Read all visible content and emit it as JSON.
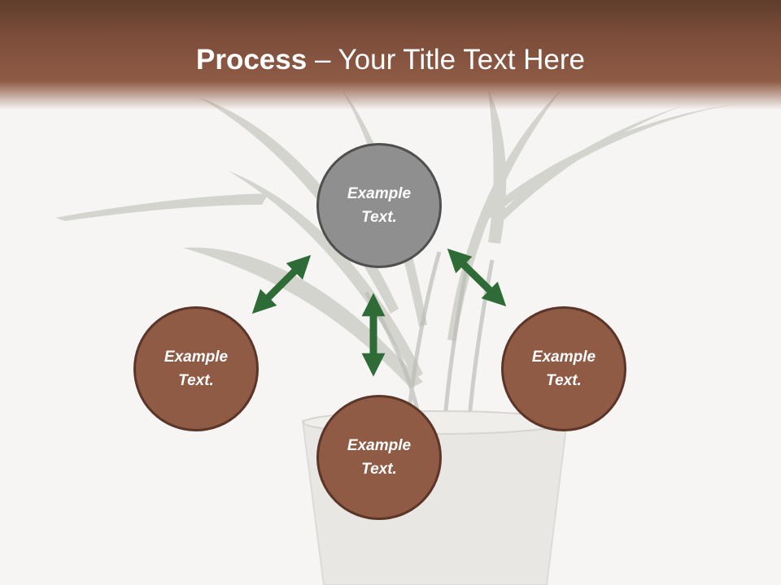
{
  "slide": {
    "title_bold": "Process",
    "title_rest": " – Your Title Text Here"
  },
  "nodes": {
    "top": {
      "line1": "Example",
      "line2": "Text."
    },
    "left": {
      "line1": "Example",
      "line2": "Text."
    },
    "right": {
      "line1": "Example",
      "line2": "Text."
    },
    "bottom": {
      "line1": "Example",
      "line2": "Text."
    }
  },
  "colors": {
    "header_brown": "#8f5b45",
    "node_brown": "#8f5b45",
    "node_gray": "#8f8f8f",
    "arrow_green": "#2e6b36"
  }
}
